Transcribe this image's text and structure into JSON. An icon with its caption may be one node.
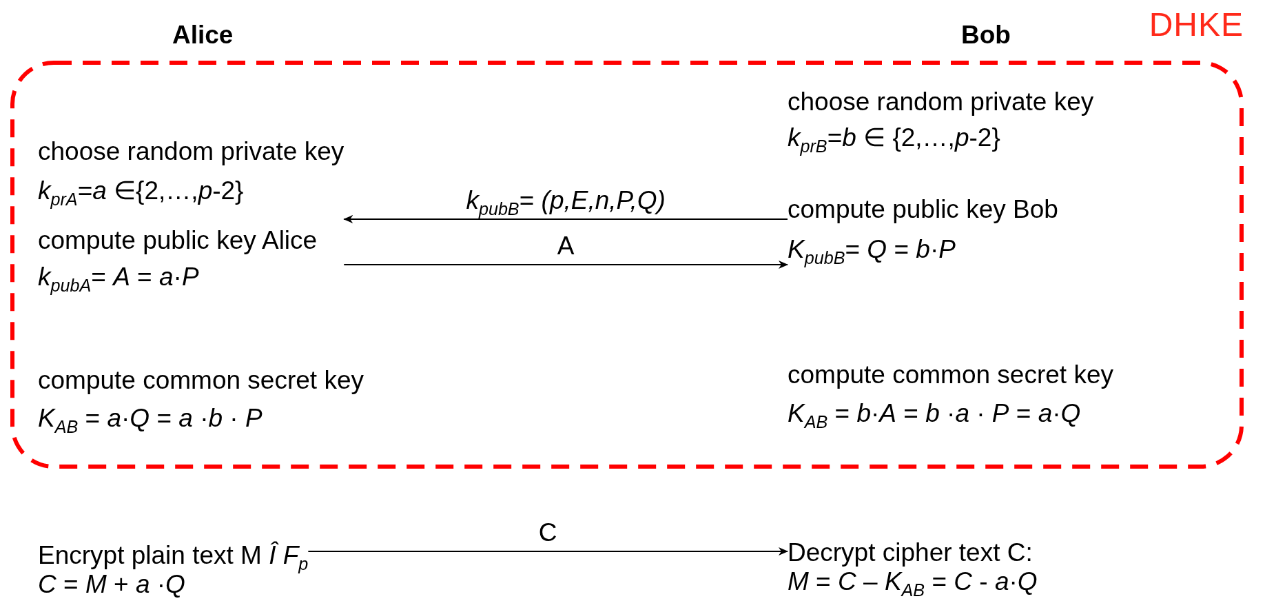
{
  "diagram": {
    "nodes": [
      {
        "text": [
          "DHKE"
        ]
      },
      {
        "text": [
          "choose random private key",
          "*k*$_{prA}$=*a* ∈{2,…,*p*-2}",
          "compute public key Alice",
          "*k*$_{pubA}$= *A* = *a*·*P*"
        ],
        "in": 0
      },
      {
        "text": [
          "compute common secret key",
          "*K*$_{AB}$ = *a*·*Q* = *a* ·*b* · *P*"
        ],
        "in": 0
      },
      {
        "text": [
          "choose random private key",
          "*k*$_{prB}$=*b* ∈ {2,…,*p*-2}",
          "compute public key Bob",
          "*K*$_{pubB}$= *Q* = *b*·*P*"
        ],
        "in": 0
      },
      {
        "text": [
          "compute common secret key",
          "*K*$_{AB}$ = *b*·*A* = *b* ·*a* · *P* = *a*·*Q*"
        ],
        "in": 0
      },
      {
        "text": [
          "Encrypt plain text M  *Î  F*$_{p}$",
          "*C* = *M* + *a* ·*Q*"
        ]
      },
      {
        "text": [
          "Decrypt cipher text C:",
          "*M* = *C* – *K*$_{AB}$ = *C* - *a*·*Q*"
        ]
      }
    ],
    "edges": [
      {
        "from": 3,
        "to": 1,
        "arrow": "to",
        "label": "*k*$_{pubB}$= *(p,E,n,P,Q)*"
      },
      {
        "from": 1,
        "to": 3,
        "arrow": "to",
        "label": "A"
      },
      {
        "from": 5,
        "to": 6,
        "arrow": "to",
        "label": "C"
      }
    ],
    "labels": [
      "Alice",
      "Bob"
    ]
  }
}
